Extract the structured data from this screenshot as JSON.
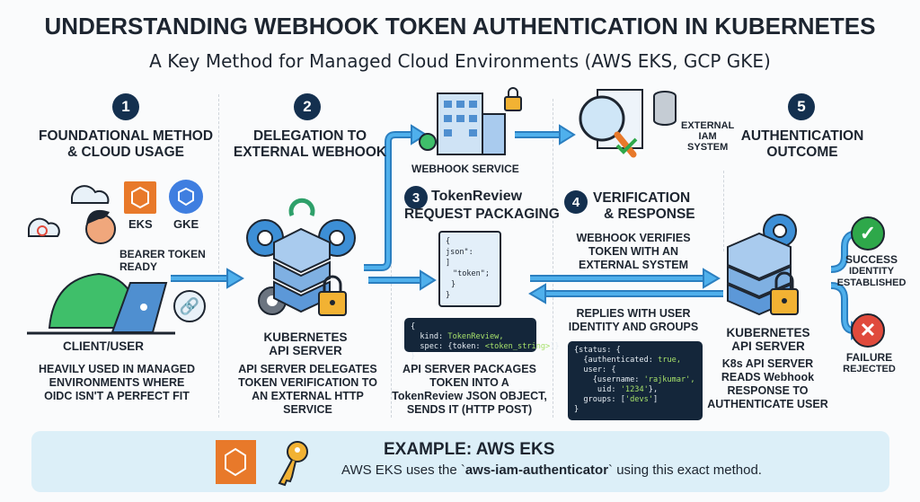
{
  "title": "UNDERSTANDING WEBHOOK TOKEN AUTHENTICATION IN KUBERNETES",
  "subtitle": "A Key Method for Managed Cloud Environments (AWS EKS, GCP GKE)",
  "steps": [
    {
      "num": "1",
      "h1": "FOUNDATIONAL METHOD",
      "h2": "& CLOUD USAGE",
      "eks": "EKS",
      "gke": "GKE",
      "token": [
        "BEARER TOKEN",
        "READY"
      ],
      "actor": "CLIENT/USER",
      "desc": [
        "HEAVILY USED IN MANAGED",
        "ENVIRONMENTS WHERE",
        "OIDC ISN'T A PERFECT FIT"
      ]
    },
    {
      "num": "2",
      "h1": "DELEGATION TO",
      "h2": "EXTERNAL WEBHOOK",
      "actor": [
        "KUBERNETES",
        "API SERVER"
      ],
      "desc": [
        "API SERVER DELEGATES",
        "TOKEN VERIFICATION TO",
        "AN EXTERNAL HTTP",
        "SERVICE"
      ]
    },
    {
      "num": "3",
      "h1": "TokenReview",
      "h2": "REQUEST PACKAGING",
      "doc": [
        "{",
        "json\":",
        "]",
        "\"token\";",
        "}",
        "}"
      ],
      "code": [
        "{",
        "  kind: ",
        "TokenReview,",
        "  spec: {token: ",
        "<token_string>",
        "}}",
        "}"
      ],
      "desc": [
        "API SERVER PACKAGES",
        "TOKEN INTO A",
        "TokenReview JSON OBJECT,",
        "SENDS IT (HTTP POST)"
      ]
    },
    {
      "num": "4",
      "h1": "VERIFICATION",
      "h2": "& RESPONSE",
      "verify": [
        "WEBHOOK VERIFIES",
        "TOKEN WITH AN",
        "EXTERNAL SYSTEM"
      ],
      "reply": [
        "REPLIES WITH USER",
        "IDENTITY AND GROUPS"
      ],
      "code": [
        "{status: {",
        "  {authenticated: ",
        "true,",
        "  user: {",
        "    {username: ",
        "'rajkumar',",
        "     uid: ",
        "'1234'",
        "},",
        "  groups: [",
        "'devs'",
        "]",
        "}"
      ]
    },
    {
      "num": "5",
      "h1": "AUTHENTICATION",
      "h2": "OUTCOME",
      "actor": [
        "KUBERNETES",
        "API SERVER"
      ],
      "desc": [
        "K8s API SERVER",
        "READS Webhook",
        "RESPONSE TO",
        "AUTHENTICATE USER"
      ],
      "success": [
        "SUCCESS",
        "IDENTITY",
        "ESTABLISHED"
      ],
      "failure": [
        "FAILURE",
        "REJECTED"
      ]
    }
  ],
  "webhook_service": "WEBHOOK SERVICE",
  "external_iam": [
    "EXTERNAL",
    "IAM",
    "SYSTEM"
  ],
  "example": {
    "title": "EXAMPLE: AWS EKS",
    "pre": "AWS EKS uses the `",
    "tool": "aws-iam-authenticator",
    "post": "` using this exact method."
  },
  "colors": {
    "navy": "#14304f",
    "arrow": "#3d9ad8",
    "aws": "#e8792a",
    "gke": "#3f7ee0",
    "success": "#2ea84a",
    "failure": "#e04a3c",
    "banner": "#dceff8"
  }
}
